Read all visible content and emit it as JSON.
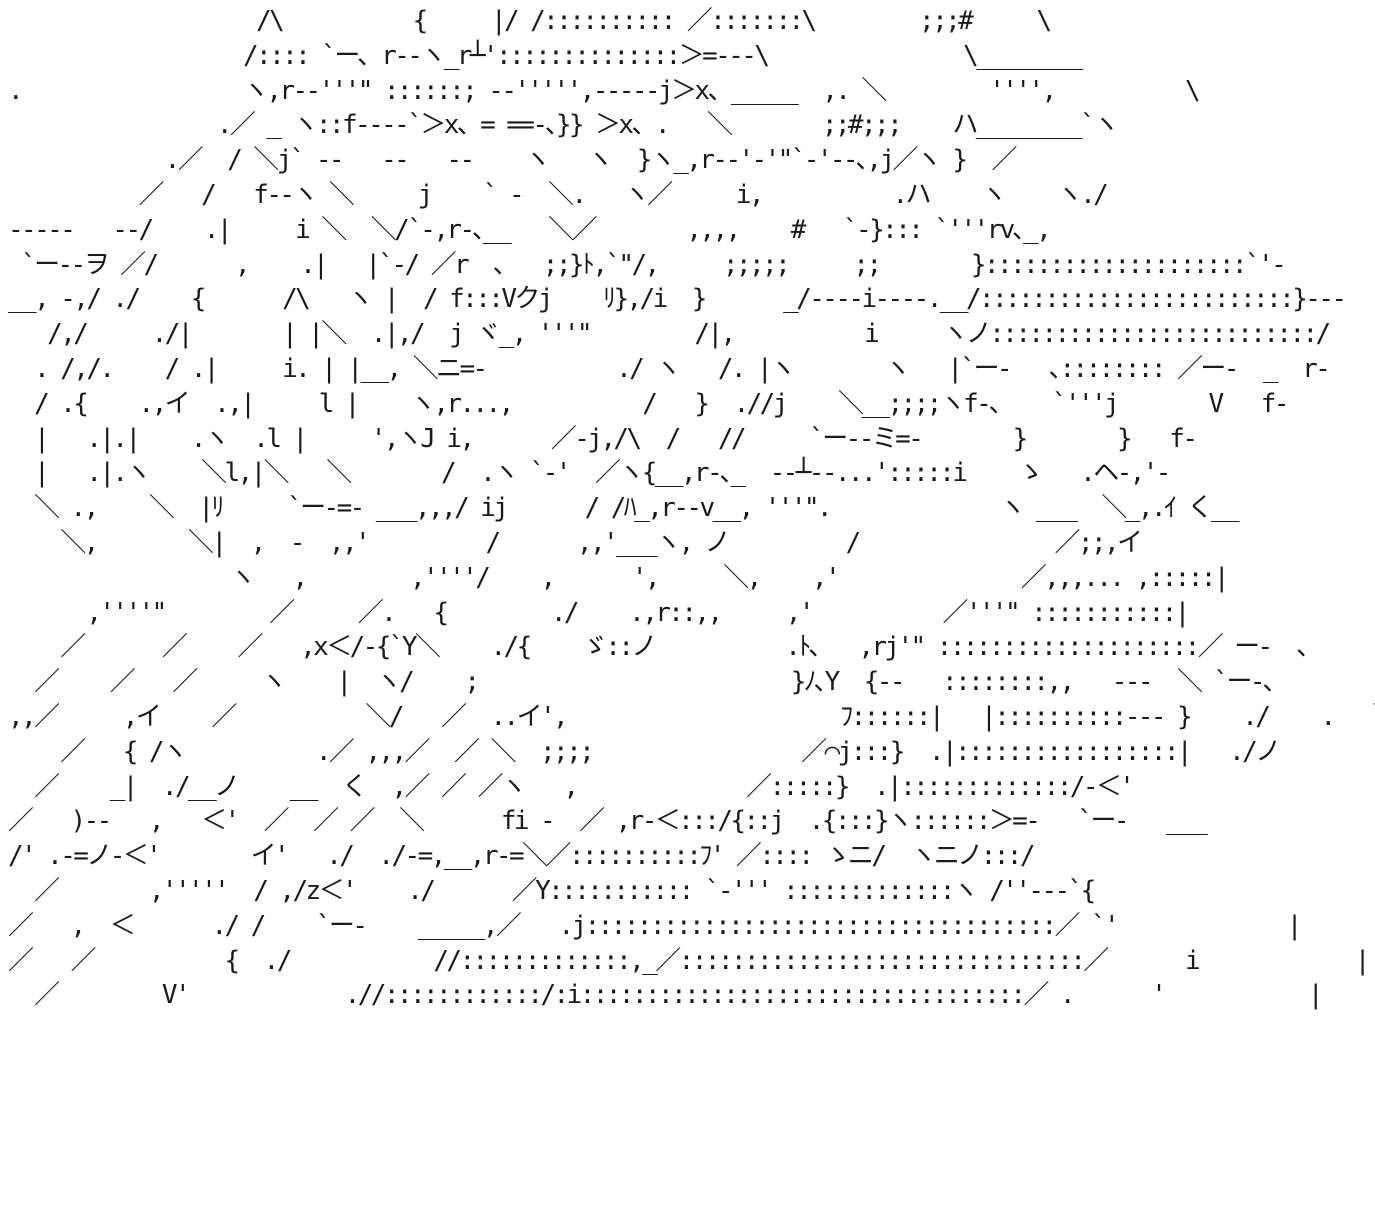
{
  "art": {
    "lines": [
      "                   /\\          {     |/ /:::::::::: ／:::::::\\        ;;;#     \\",
      "                  /:::: `ー､ r‐‐ヽ_r┴'::::::::::::::＞=‐‐-\\               \\________",
      ".                 ヽ,r‐‐'''\" ::::::; ‐‐''''',‐‐‐‐‐j＞x、_____  ,. ＼        '''',          \\",
      "                .／ _ ヽ::f‐‐‐‐`＞x、= ==‐､}} ＞x、.   ＼       ;;#;;;    ハ________`ヽ",
      "            .／  / ＼j` ‐‐   ‐‐   ‐‐    ヽ   ヽ  }ヽ_,r‐-'‐'\"`-'‐‐､,j／ヽ }  ／",
      "          ／   /   f‐‐ヽ ＼     j    ` ‐  ＼.   ヽ／     i,          .ハ    ヽ    ヽ./",
      "‐‐‐--   ‐‐/    .|     i ＼  ＼/`‐,r‐､__   ＼／       ,,,,    #   `‐}::: `'''rv､_,",
      " `ー‐‐ヲ ／/      ,    .|   |`‐/ ／r  ､   ;;}ﾄ,`\"/,     ;;;;;     ;;       }::::::::::::::::::::`'‐",
      "__, ‐,/ ./    {      /\\   ヽ |  / f:::Vクj    ﾘ},/i  }      _/‐‐‐‐i‐‐‐‐.__/::::::::::::::::::::::::}‐‐‐",
      "   /,/     ./|       | |＼  .|,/  j ヾ_, '''\"        /|,          i     ヽノ:::::::::::::::::::::::::/",
      "  . /,/.    / .|     i. | |__, ＼ニ=‐          ./ ヽ   /. |ヽ       ヽ   |`ー‐   ､:::::::: ／ー‐  _  r‐",
      "  / .{    .,イ  .,|     l |    ヽ,r...,          /   }  .//j    ＼__;;;;ヽf‐､    `'''j       V   f‐",
      "  |   .|.|    .ヽ  .l |     ',ヽJ i,      ／‐j,/\\  /   //     `ー‐‐ミ=‐       }       }   f‐",
      "  |   .|.ヽ    ＼l,|＼   ＼       /  .ヽ `‐'  ／ヽ{__,r‐､_  ‐‐┴‐‐...':::::i    ゝ   .ヘ‐,'‐",
      "  ＼ .,    ＼  |ﾘ     `ー‐=‐ ___,,,/ ij      / /ﾊ_,r‐‐v__, '''\".             ヽ ___  ＼_,.ｲ く__",
      "    ＼,       ＼|  ,  ‐  ,,'         /      ,,'___ヽ, ノ         /               ／;;,イ",
      "                 ヽ   ,        ,''''/    ,      ',     ＼,    ,'              ／,,,... ,:::::|",
      "      ,''''\"        ／     ／.   {        ./    .,r::,,     ,'          ／'''\" :::::::::::|",
      "    ／      ／    ／   ,x＜/‐{`Y＼    ./{    ゞ::ノ          .ﾄ､   ,rj'\" ::::::::::::::::::::／ ー‐  ､",
      "  ／    ／   ／     ヽ    |  ヽ/    ;                        }ﾉ､Y  {‐‐   ::::::::,,   ‐‐‐  ＼ `ー‐､",
      ",,／     ,イ    ／          ＼/   ／  ..イ',                     ﾌ::::::|   |::::::::::‐‐‐ }    ./    .   ＼__,r‐",
      "    ／   { /ヽ          .／ ,,,／  ／ ＼  ;;;;                ／⌒j:::}  .|:::::::::::::::::|   ./ノ",
      "  ／    _|  ./__ノ    __  く  ,／ ／ ／ヽ   ,             ／:::::}  .|:::::::::::::/‐＜'",
      "／   )‐‐   ,   ＜'  ／  ／ ／  ＼      fi ‐  ／ ,r‐＜:::/{::j  .{:::}ヽ::::::＞=‐   `ー‐   ___",
      "/' .‐=ノ‐＜'       イ'   ./  ./‐=,__,r‐=＼／::::::::::ﾌ' ／:::: ゝニ/  ヽニノ:::/",
      "  ／       ,'''''  / ,/z＜'    ./      ／Y::::::::::: `‐''' :::::::::::::ヽ /''‐‐‐`{",
      "／   ,  ＜      ./ /    `ー‐    _____,／   .j::::::::::::::::::::::::::::::::::::／ `'             |",
      "／   ／          {  ./           //:::::::::::::,_／:::::::::::::::::::::::::::::::／      i            |",
      "  ／        V'            .//::::::::::::/:i::::::::::::::::::::::::::::::::::／ .      '           |"
    ]
  }
}
